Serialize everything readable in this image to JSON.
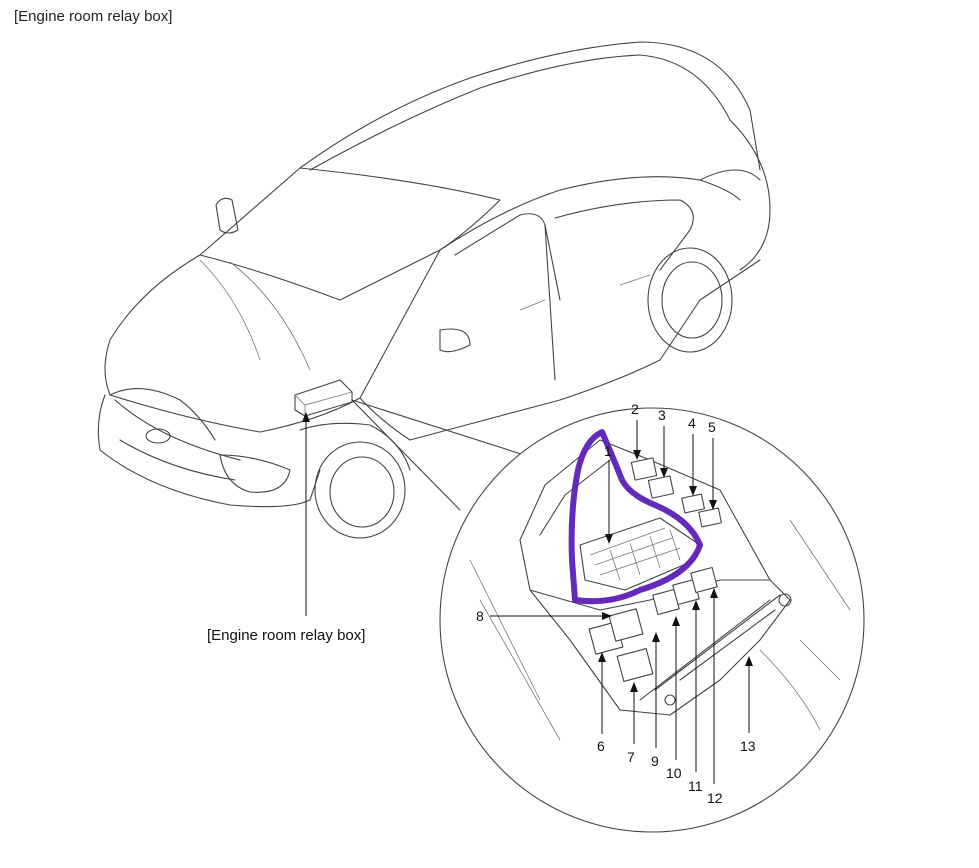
{
  "title": "[Engine room relay box]",
  "relay_box_label": "[Engine room relay box]",
  "callouts": [
    "1",
    "2",
    "3",
    "4",
    "5",
    "6",
    "7",
    "8",
    "9",
    "10",
    "11",
    "12",
    "13"
  ],
  "colors": {
    "line": "#444444",
    "highlight": "#5b1fb8",
    "background": "#ffffff"
  }
}
